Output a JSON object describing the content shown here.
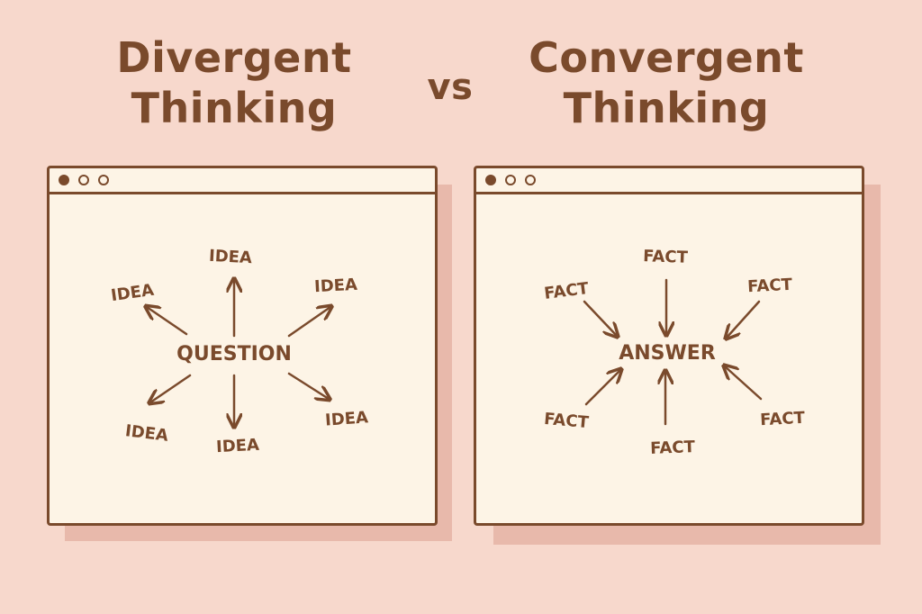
{
  "header": {
    "left_title_line1": "Divergent",
    "left_title_line2": "Thinking",
    "vs": "vs",
    "right_title_line1": "Convergent",
    "right_title_line2": "Thinking"
  },
  "divergent": {
    "center": "QUESTION",
    "ideas": [
      "IDEA",
      "IDEA",
      "IDEA",
      "IDEA",
      "IDEA",
      "IDEA"
    ]
  },
  "convergent": {
    "center": "ANSWER",
    "facts": [
      "FACT",
      "FACT",
      "FACT",
      "FACT",
      "FACT",
      "FACT"
    ]
  },
  "colors": {
    "background": "#f7d8cc",
    "ink": "#7a4a2c",
    "window": "#fdf4e6",
    "shadow": "#e8b9ab"
  }
}
